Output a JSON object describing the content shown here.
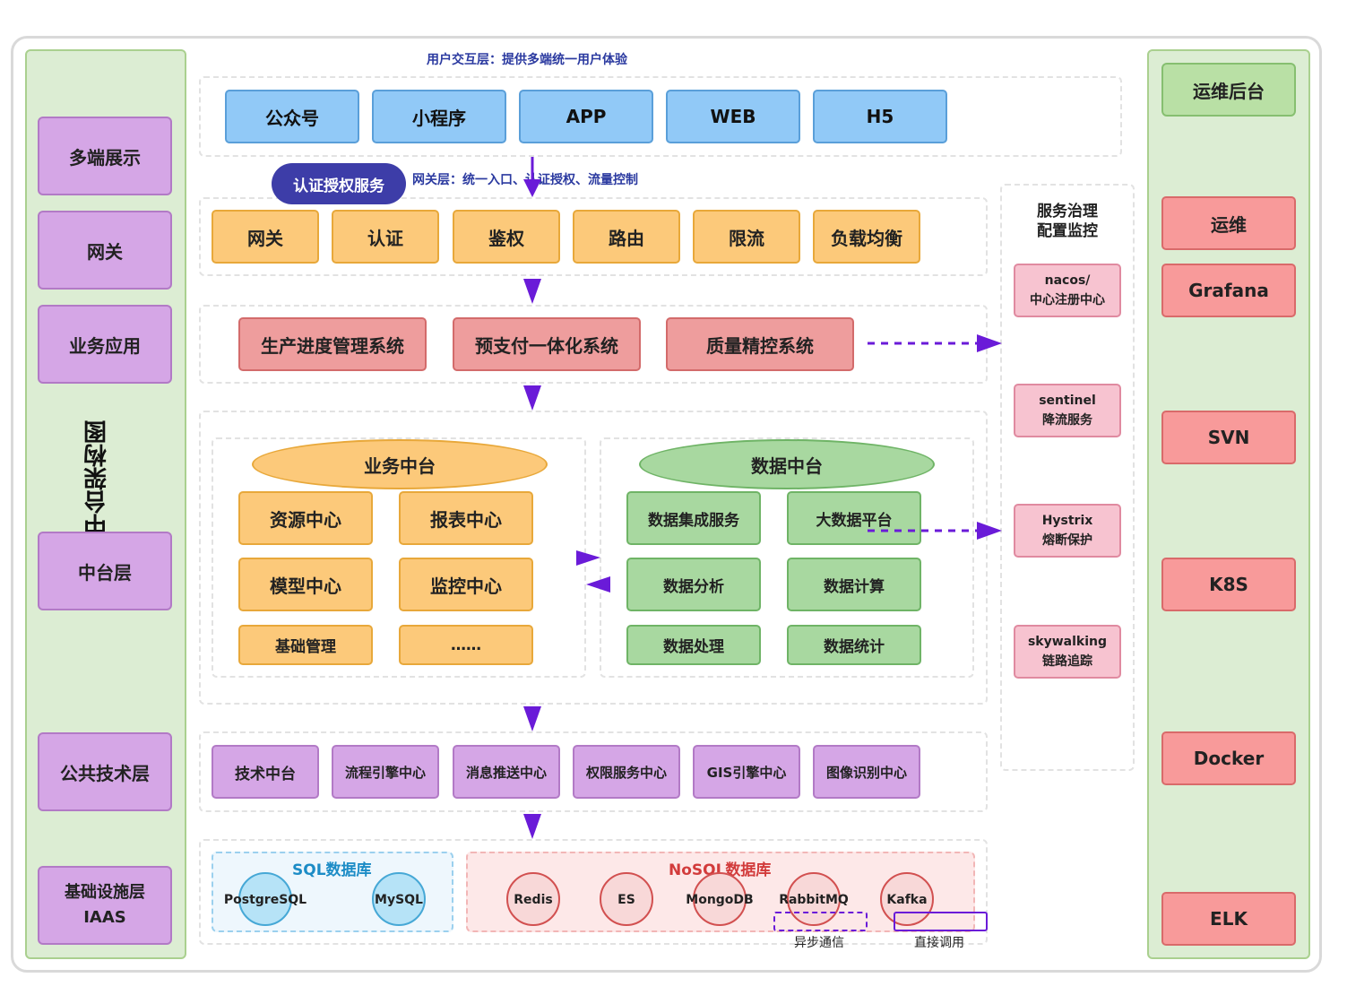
{
  "left_column": {
    "title": "业务中台架构图",
    "layers": [
      "多端展示",
      "网关",
      "业务应用",
      "中台层",
      "公共技术层",
      "基础设施层\nIAAS"
    ]
  },
  "interaction_layer": {
    "label": "用户交互层：提供多端统一用户体验",
    "items": [
      "公众号",
      "小程序",
      "APP",
      "WEB",
      "H5"
    ]
  },
  "gateway_layer": {
    "badge": "认证授权服务",
    "label": "网关层：统一入口、认证授权、流量控制",
    "items": [
      "网关",
      "认证",
      "鉴权",
      "路由",
      "限流",
      "负载均衡"
    ]
  },
  "business_apps": [
    "生产进度管理系统",
    "预支付一体化系统",
    "质量精控系统"
  ],
  "business_platform": {
    "title": "业务中台",
    "items": [
      "资源中心",
      "报表中心",
      "模型中心",
      "监控中心",
      "基础管理",
      "……"
    ]
  },
  "data_platform": {
    "title": "数据中台",
    "items": [
      "数据集成服务",
      "大数据平台",
      "数据分析",
      "数据计算",
      "数据处理",
      "数据统计"
    ]
  },
  "public_tech": [
    "技术中台",
    "流程引擎中心",
    "消息推送中心",
    "权限服务中心",
    "GIS引擎中心",
    "图像识别中心"
  ],
  "sql_db": {
    "title": "SQL数据库",
    "items": [
      "PostgreSQL",
      "MySQL"
    ]
  },
  "nosql_db": {
    "title": "NoSQL数据库",
    "items": [
      "Redis",
      "ES",
      "MongoDB",
      "RabbitMQ",
      "Kafka"
    ]
  },
  "legend": {
    "async": "异步通信",
    "direct": "直接调用"
  },
  "governance": {
    "title": "服务治理\n配置监控",
    "items": [
      {
        "line1": "nacos/",
        "line2": "中心注册中心"
      },
      {
        "line1": "sentinel",
        "line2": "降流服务"
      },
      {
        "line1": "Hystrix",
        "line2": "熔断保护"
      },
      {
        "line1": "skywalking",
        "line2": "链路追踪"
      }
    ]
  },
  "ops": {
    "title": "运维后台",
    "items": [
      "运维",
      "Grafana",
      "SVN",
      "K8S",
      "Docker",
      "ELK"
    ]
  },
  "colors": {
    "arrow": "#6a1bd8",
    "badge": "#3d3da8"
  }
}
